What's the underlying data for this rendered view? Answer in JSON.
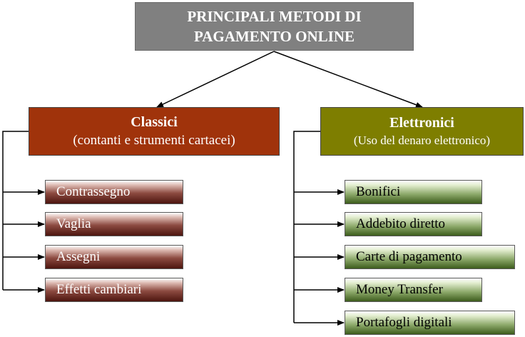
{
  "title": {
    "line1": "PRINCIPALI METODI DI",
    "line2": "PAGAMENTO ONLINE"
  },
  "classici": {
    "heading": "Classici",
    "subtitle": "(contanti e strumenti cartacei)",
    "items": [
      "Contrassegno",
      "Vaglia",
      "Assegni",
      "Effetti cambiari"
    ]
  },
  "elettronici": {
    "heading": "Elettronici",
    "subtitle": "(Uso del denaro elettronico)",
    "items": [
      "Bonifici",
      "Addebito diretto",
      "Carte di pagamento",
      "Money Transfer",
      "Portafogli digitali"
    ]
  },
  "colors": {
    "title_fill": "#808080",
    "classici_fill": "#a0330b",
    "elettronici_fill": "#7e7e00",
    "classici_item_dark": "#4d150f",
    "elettronici_item_dark": "#3d5c1c"
  }
}
